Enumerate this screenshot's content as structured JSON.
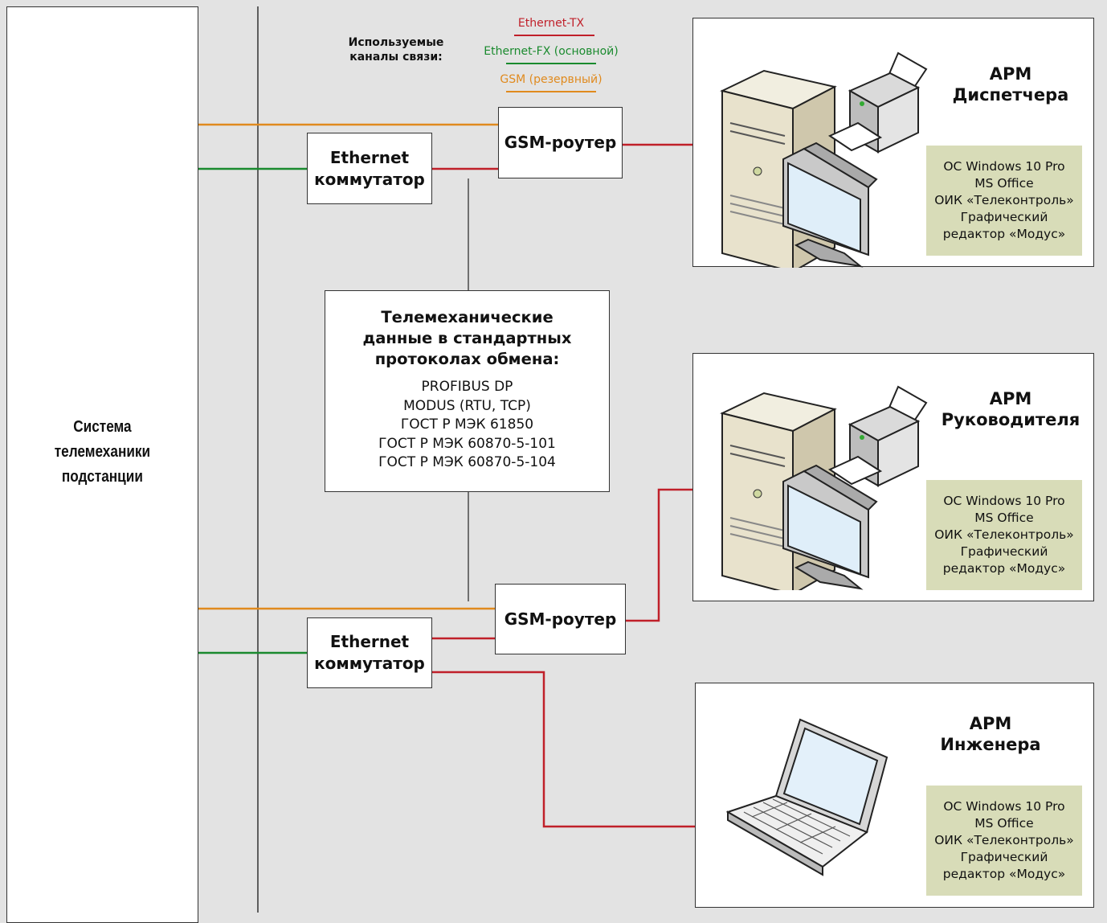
{
  "colors": {
    "ethernet_tx": "#c0202a",
    "ethernet_fx": "#1a8a2e",
    "gsm": "#e08a1e",
    "background": "#e3e3e3",
    "software_panel": "#d8dcb8"
  },
  "substation": {
    "line1": "Система",
    "line2": "телемеханики",
    "line3": "подстанции"
  },
  "legend": {
    "heading_line1": "Используемые",
    "heading_line2": "каналы  связи:",
    "tx": "Ethernet-TX",
    "fx": "Ethernet-FX (основной)",
    "gsm": "GSM (резервный)"
  },
  "nodes": {
    "switch_top": {
      "line1": "Ethernet",
      "line2": "коммутатор"
    },
    "router_top": {
      "label": "GSM-роутер"
    },
    "switch_bottom": {
      "line1": "Ethernet",
      "line2": "коммутатор"
    },
    "router_bottom": {
      "label": "GSM-роутер"
    }
  },
  "protocols": {
    "title_line1": "Телемеханические",
    "title_line2": "данные в стандартных",
    "title_line3": "протоколах обмена:",
    "items": [
      "PROFIBUS DP",
      "MODUS (RTU, TCP)",
      "ГОСТ Р МЭК 61850",
      "ГОСТ Р МЭК 60870-5-101",
      "ГОСТ Р МЭК 60870-5-104"
    ]
  },
  "workstations": [
    {
      "title_line1": "АРМ",
      "title_line2": "Диспетчера",
      "device": "desktop-with-printer",
      "software": [
        "ОС Windows 10 Pro",
        "MS Office",
        "ОИК «Телеконтроль»",
        "Графический",
        "редактор  «Модус»"
      ]
    },
    {
      "title_line1": "АРМ",
      "title_line2": "Руководителя",
      "device": "desktop-with-printer",
      "software": [
        "ОС Windows 10 Pro",
        "MS Office",
        "ОИК «Телеконтроль»",
        "Графический",
        "редактор  «Модус»"
      ]
    },
    {
      "title_line1": "АРМ",
      "title_line2": "Инженера",
      "device": "laptop",
      "software": [
        "ОС Windows 10 Pro",
        "MS Office",
        "ОИК «Телеконтроль»",
        "Графический",
        "редактор  «Модус»"
      ]
    }
  ]
}
